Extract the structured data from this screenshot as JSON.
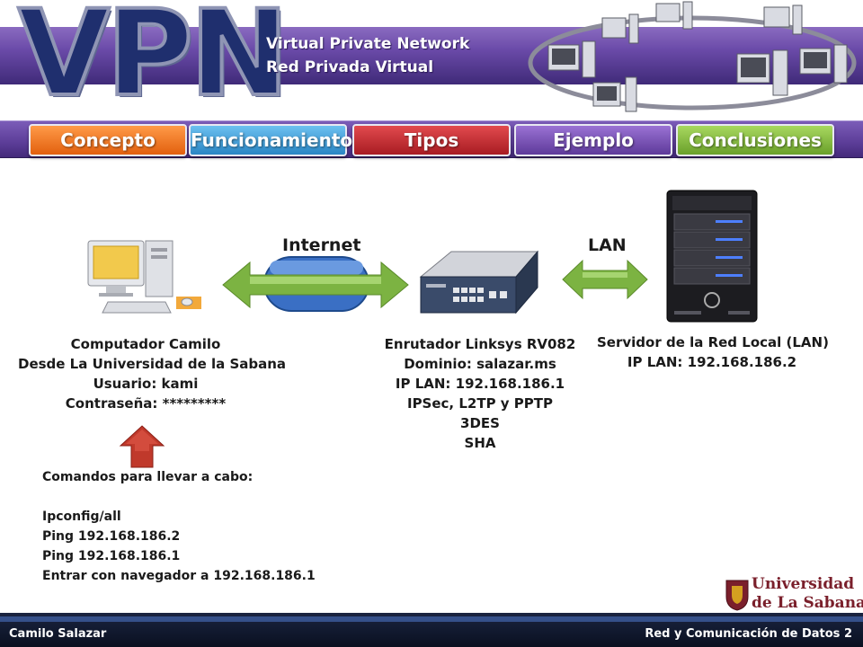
{
  "header": {
    "logo_text": "VPN",
    "subtitle_en": "Virtual Private Network",
    "subtitle_es": "Red Privada Virtual"
  },
  "nav": {
    "tabs": [
      {
        "label": "Concepto",
        "color": "#f07a28"
      },
      {
        "label": "Funcionamiento",
        "color": "#3fa0d8"
      },
      {
        "label": "Tipos",
        "color": "#c8282e"
      },
      {
        "label": "Ejemplo",
        "color": "#7a4fb8"
      },
      {
        "label": "Conclusiones",
        "color": "#8cbf3a"
      }
    ]
  },
  "diagram": {
    "internet_label": "Internet",
    "lan_label": "LAN",
    "computer": {
      "lines": [
        "Computador Camilo",
        "Desde La Universidad de la Sabana",
        "Usuario: kami",
        "Contraseña: *********"
      ]
    },
    "router": {
      "lines": [
        "Enrutador Linksys RV082",
        "Dominio: salazar.ms",
        "IP LAN: 192.168.186.1",
        "IPSec, L2TP y PPTP",
        "3DES",
        "SHA"
      ]
    },
    "server": {
      "lines": [
        "Servidor de la Red Local (LAN)",
        "IP LAN: 192.168.186.2"
      ]
    },
    "commands": {
      "title": "Comandos para llevar a cabo:",
      "items": [
        "Ipconfig/all",
        "Ping 192.168.186.2",
        "Ping 192.168.186.1",
        "Entrar con navegador a 192.168.186.1"
      ]
    },
    "arrow_color": "#7cb342",
    "cloud_color": "#3a6fc4",
    "up_arrow_color": "#c0392b"
  },
  "footer": {
    "author": "Camilo Salazar",
    "course": "Red y Comunicación de Datos 2"
  },
  "university": {
    "line1": "Universidad",
    "line2": "de La Sabana"
  }
}
